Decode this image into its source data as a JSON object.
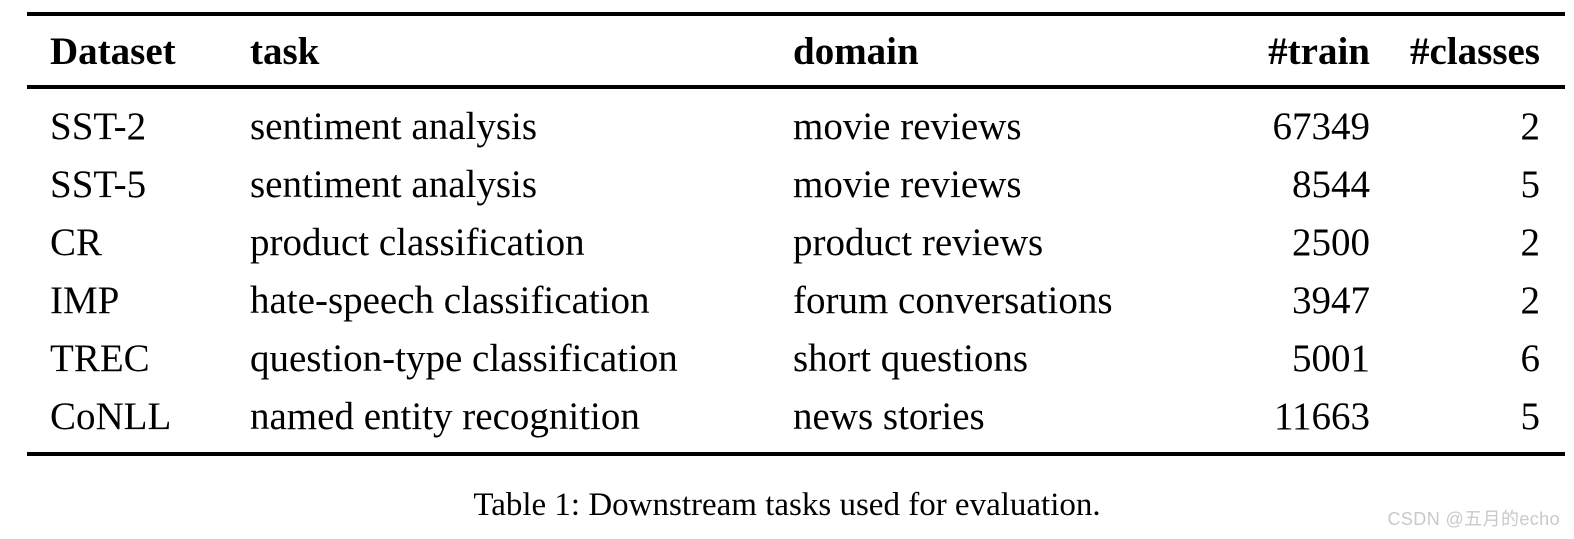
{
  "table": {
    "columns": [
      {
        "key": "dataset",
        "label": "Dataset",
        "align": "left"
      },
      {
        "key": "task",
        "label": "task",
        "align": "left"
      },
      {
        "key": "domain",
        "label": "domain",
        "align": "left"
      },
      {
        "key": "train",
        "label": "#train",
        "align": "right"
      },
      {
        "key": "classes",
        "label": "#classes",
        "align": "right"
      }
    ],
    "rows": [
      {
        "dataset": "SST-2",
        "task": "sentiment analysis",
        "domain": "movie reviews",
        "train": "67349",
        "classes": "2"
      },
      {
        "dataset": "SST-5",
        "task": "sentiment analysis",
        "domain": "movie reviews",
        "train": "8544",
        "classes": "5"
      },
      {
        "dataset": "CR",
        "task": "product classification",
        "domain": "product reviews",
        "train": "2500",
        "classes": "2"
      },
      {
        "dataset": "IMP",
        "task": "hate-speech classification",
        "domain": "forum conversations",
        "train": "3947",
        "classes": "2"
      },
      {
        "dataset": "TREC",
        "task": "question-type classification",
        "domain": "short questions",
        "train": "5001",
        "classes": "6"
      },
      {
        "dataset": "CoNLL",
        "task": "named entity recognition",
        "domain": "news stories",
        "train": "11663",
        "classes": "5"
      }
    ]
  },
  "caption": {
    "text": "Table 1: Downstream tasks used for evaluation."
  },
  "watermark": {
    "text": "CSDN @五月的echo",
    "color": "#c9c9c9"
  },
  "style": {
    "background": "#ffffff",
    "rule_color": "#000000",
    "text_color": "#000000"
  }
}
